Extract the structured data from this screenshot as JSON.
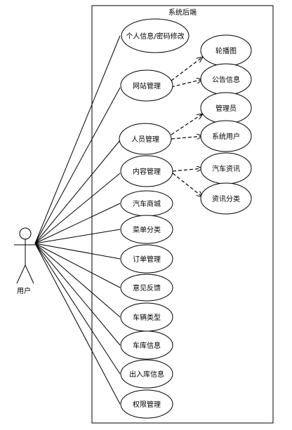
{
  "system": {
    "title": "系统后端"
  },
  "actor": {
    "label": "用户"
  },
  "use_cases": [
    {
      "id": "uc-personal-info",
      "label": "个人信息/密码修改"
    },
    {
      "id": "uc-site-management",
      "label": "网站管理"
    },
    {
      "id": "uc-staff-management",
      "label": "人员管理"
    },
    {
      "id": "uc-content-management",
      "label": "内容管理"
    },
    {
      "id": "uc-car-mall",
      "label": "汽车商城"
    },
    {
      "id": "uc-menu-category",
      "label": "菜单分类"
    },
    {
      "id": "uc-order-management",
      "label": "订单管理"
    },
    {
      "id": "uc-feedback",
      "label": "意见反馈"
    },
    {
      "id": "uc-vehicle-type",
      "label": "车辆类型"
    },
    {
      "id": "uc-garage-info",
      "label": "车库信息"
    },
    {
      "id": "uc-in-out-info",
      "label": "出入库信息"
    },
    {
      "id": "uc-permission-management",
      "label": "权限管理"
    }
  ],
  "sub_cases": [
    {
      "id": "sub-carousel",
      "parent": "uc-site-management",
      "label": "轮播图"
    },
    {
      "id": "sub-announcement",
      "parent": "uc-site-management",
      "label": "公告信息"
    },
    {
      "id": "sub-admin",
      "parent": "uc-staff-management",
      "label": "管理员"
    },
    {
      "id": "sub-system-user",
      "parent": "uc-staff-management",
      "label": "系统用户"
    },
    {
      "id": "sub-car-news",
      "parent": "uc-content-management",
      "label": "汽车资讯"
    },
    {
      "id": "sub-news-category",
      "parent": "uc-content-management",
      "label": "资讯分类"
    }
  ]
}
